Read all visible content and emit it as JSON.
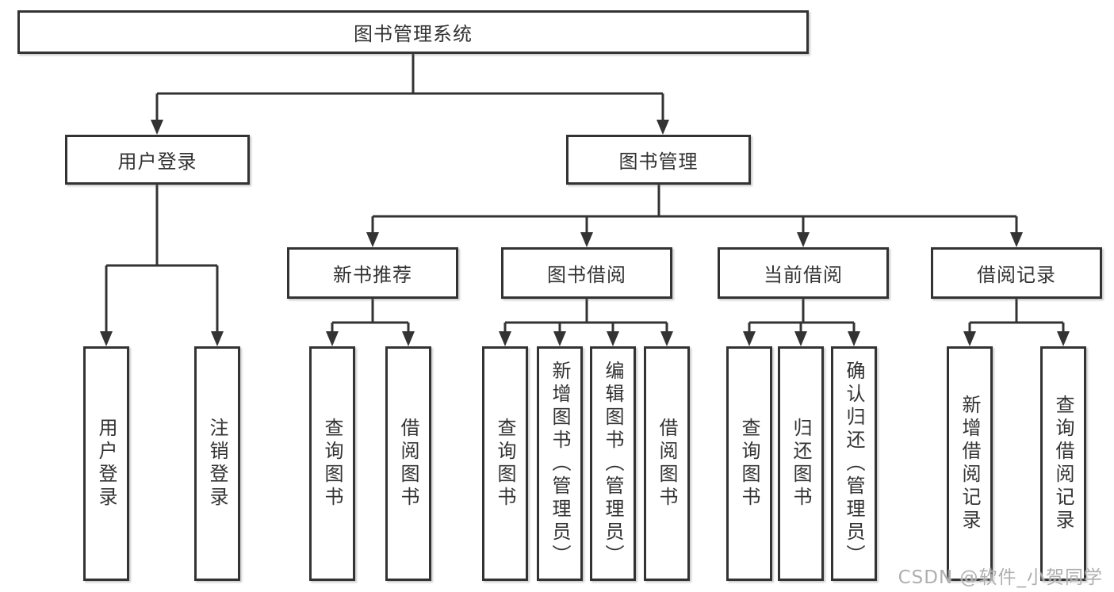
{
  "tree": {
    "root": "图书管理系统",
    "branches": [
      {
        "label": "用户登录",
        "children": [
          "用户登录",
          "注销登录"
        ]
      },
      {
        "label": "图书管理",
        "groups": [
          {
            "label": "新书推荐",
            "children": [
              "查询图书",
              "借阅图书"
            ]
          },
          {
            "label": "图书借阅",
            "children": [
              "查询图书",
              "新增图书（管理员）",
              "编辑图书（管理员）",
              "借阅图书"
            ]
          },
          {
            "label": "当前借阅",
            "children": [
              "查询图书",
              "归还图书",
              "确认归还（管理员）"
            ]
          },
          {
            "label": "借阅记录",
            "children": [
              "新增借阅记录",
              "查询借阅记录"
            ]
          }
        ]
      }
    ]
  },
  "watermark": "CSDN @软件_小贺同学",
  "colors": {
    "line": "#333333",
    "box_border": "#333333",
    "box_background": "#ffffff",
    "text": "#333333",
    "watermark": "#a8a8a8"
  }
}
